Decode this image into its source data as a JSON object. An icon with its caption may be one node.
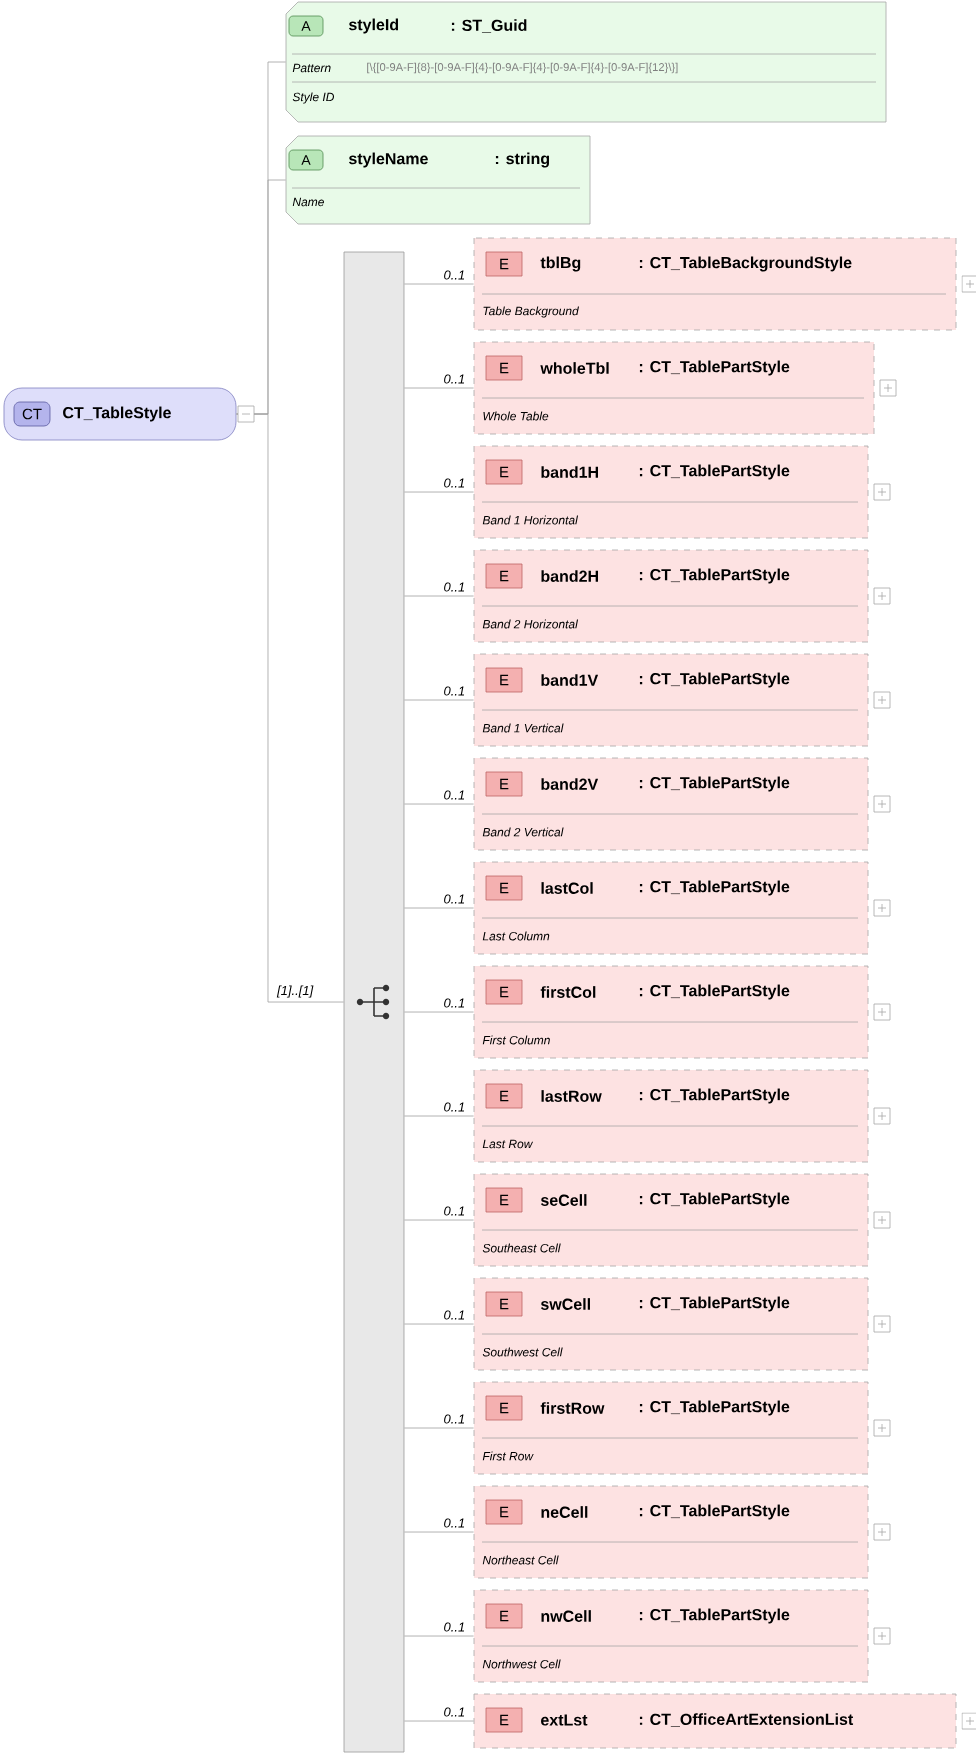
{
  "diagram": {
    "nodes": [
      {
        "text": [
          "CT",
          "CT_TableStyle"
        ]
      },
      {
        "text": [
          "A",
          "styleId",
          ": ST_Guid",
          "Pattern",
          "[\\{[0-9A-F]{8}-[0-9A-F]{4}-[0-9A-F]{4}-[0-9A-F]{4}-[0-9A-F]{12}\\}]",
          "Style ID"
        ]
      },
      {
        "text": [
          "A",
          "styleName",
          ": string",
          "Name"
        ]
      },
      {
        "text": [],
        "shape": "bar"
      },
      {
        "text": [
          "E",
          "tblBg",
          ": CT_TableBackgroundStyle",
          "Table Background"
        ]
      },
      {
        "text": [
          "E",
          "wholeTbl",
          ": CT_TablePartStyle",
          "Whole Table"
        ]
      },
      {
        "text": [
          "E",
          "band1H",
          ": CT_TablePartStyle",
          "Band 1 Horizontal"
        ]
      },
      {
        "text": [
          "E",
          "band2H",
          ": CT_TablePartStyle",
          "Band 2 Horizontal"
        ]
      },
      {
        "text": [
          "E",
          "band1V",
          ": CT_TablePartStyle",
          "Band 1 Vertical"
        ]
      },
      {
        "text": [
          "E",
          "band2V",
          ": CT_TablePartStyle",
          "Band 2 Vertical"
        ]
      },
      {
        "text": [
          "E",
          "lastCol",
          ": CT_TablePartStyle",
          "Last Column"
        ]
      },
      {
        "text": [
          "E",
          "firstCol",
          ": CT_TablePartStyle",
          "First Column"
        ]
      },
      {
        "text": [
          "E",
          "lastRow",
          ": CT_TablePartStyle",
          "Last Row"
        ]
      },
      {
        "text": [
          "E",
          "seCell",
          ": CT_TablePartStyle",
          "Southeast Cell"
        ]
      },
      {
        "text": [
          "E",
          "swCell",
          ": CT_TablePartStyle",
          "Southwest Cell"
        ]
      },
      {
        "text": [
          "E",
          "firstRow",
          ": CT_TablePartStyle",
          "First Row"
        ]
      },
      {
        "text": [
          "E",
          "neCell",
          ": CT_TablePartStyle",
          "Northeast Cell"
        ]
      },
      {
        "text": [
          "E",
          "nwCell",
          ": CT_TablePartStyle",
          "Northwest Cell"
        ]
      },
      {
        "text": [
          "E",
          "extLst",
          ": CT_OfficeArtExtensionList"
        ]
      }
    ],
    "edges": [
      {
        "from": 0,
        "to": 1,
        "arrow": "none"
      },
      {
        "from": 0,
        "to": 2,
        "arrow": "none"
      },
      {
        "from": 0,
        "to": 3,
        "arrow": "none",
        "label": "[1]..[1]"
      },
      {
        "from": 3,
        "to": 4,
        "arrow": "none",
        "label": "0..1"
      },
      {
        "from": 3,
        "to": 5,
        "arrow": "none",
        "label": "0..1"
      },
      {
        "from": 3,
        "to": 6,
        "arrow": "none",
        "label": "0..1"
      },
      {
        "from": 3,
        "to": 7,
        "arrow": "none",
        "label": "0..1"
      },
      {
        "from": 3,
        "to": 8,
        "arrow": "none",
        "label": "0..1"
      },
      {
        "from": 3,
        "to": 9,
        "arrow": "none",
        "label": "0..1"
      },
      {
        "from": 3,
        "to": 10,
        "arrow": "none",
        "label": "0..1"
      },
      {
        "from": 3,
        "to": 11,
        "arrow": "none",
        "label": "0..1"
      },
      {
        "from": 3,
        "to": 12,
        "arrow": "none",
        "label": "0..1"
      },
      {
        "from": 3,
        "to": 13,
        "arrow": "none",
        "label": "0..1"
      },
      {
        "from": 3,
        "to": 14,
        "arrow": "none",
        "label": "0..1"
      },
      {
        "from": 3,
        "to": 15,
        "arrow": "none",
        "label": "0..1"
      },
      {
        "from": 3,
        "to": 16,
        "arrow": "none",
        "label": "0..1"
      },
      {
        "from": 3,
        "to": 17,
        "arrow": "none",
        "label": "0..1"
      },
      {
        "from": 3,
        "to": 18,
        "arrow": "none",
        "label": "0..1"
      }
    ]
  }
}
